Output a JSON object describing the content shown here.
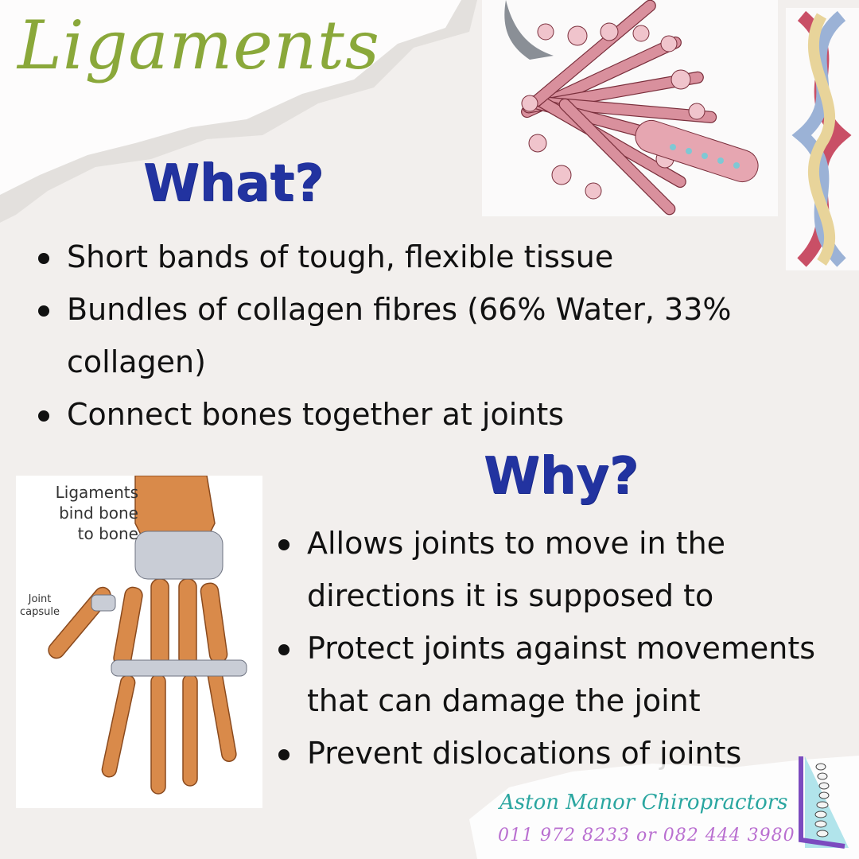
{
  "title": "Ligaments",
  "what": {
    "heading": "What?",
    "items": [
      "Short bands of tough, flexible tissue",
      "Bundles of collagen fibres (66% Water, 33% collagen)",
      "Connect bones together at joints"
    ]
  },
  "why": {
    "heading": "Why?",
    "items": [
      " Allows joints to move in the directions it is supposed to",
      "Protect joints against movements that can damage the joint",
      "Prevent dislocations of joints"
    ]
  },
  "hand_image": {
    "caption_lines": [
      "Ligaments",
      "bind bone",
      "to bone"
    ],
    "joint_label_lines": [
      "Joint",
      "capsule"
    ]
  },
  "footer": {
    "clinic_name": "Aston Manor Chiropractors",
    "phone": "011 972 8233 or 082 444 3980"
  },
  "colors": {
    "title": "#8aa83a",
    "headings": "#2233a0",
    "clinic_name": "#2aa6a0",
    "phone": "#b96fd0"
  }
}
